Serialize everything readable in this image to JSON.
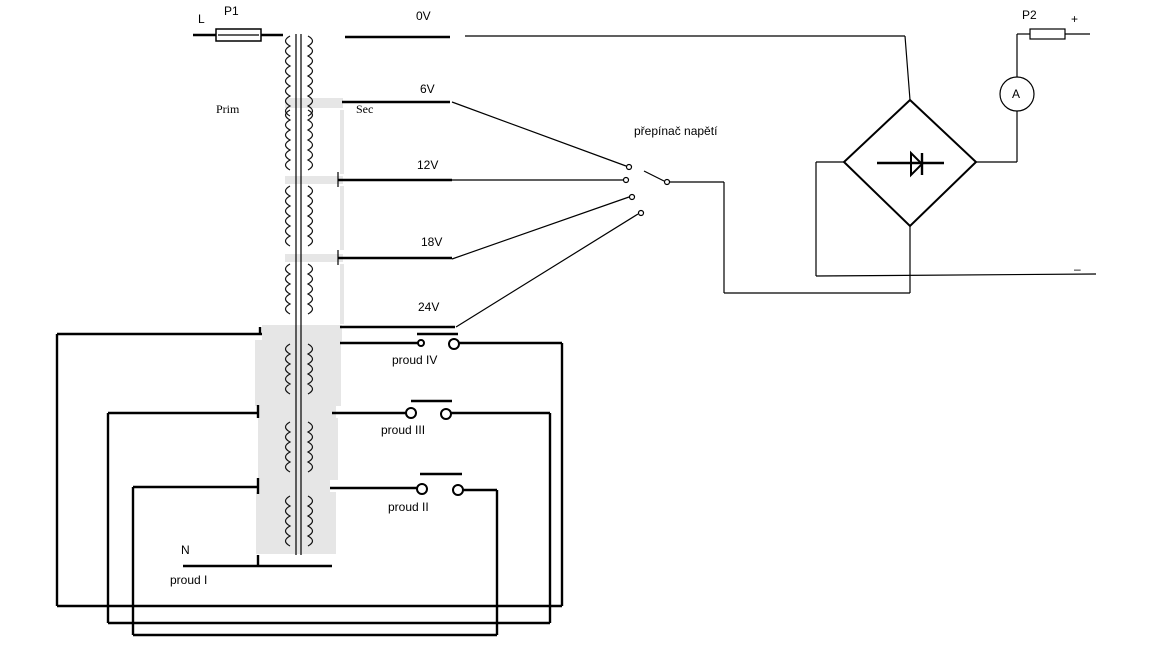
{
  "labels": {
    "L": "L",
    "P1": "P1",
    "zero_v": "0V",
    "prim": "Prim",
    "sec": "Sec",
    "six_v": "6V",
    "twelve_v": "12V",
    "eighteen_v": "18V",
    "twentyfour_v": "24V",
    "selector": "přepínač napětí",
    "P2": "P2",
    "plus": "+",
    "minus": "–",
    "ammeter": "A",
    "proud_IV": "proud IV",
    "proud_III": "proud III",
    "proud_II": "proud II",
    "N": "N",
    "proud_I": "proud I"
  }
}
